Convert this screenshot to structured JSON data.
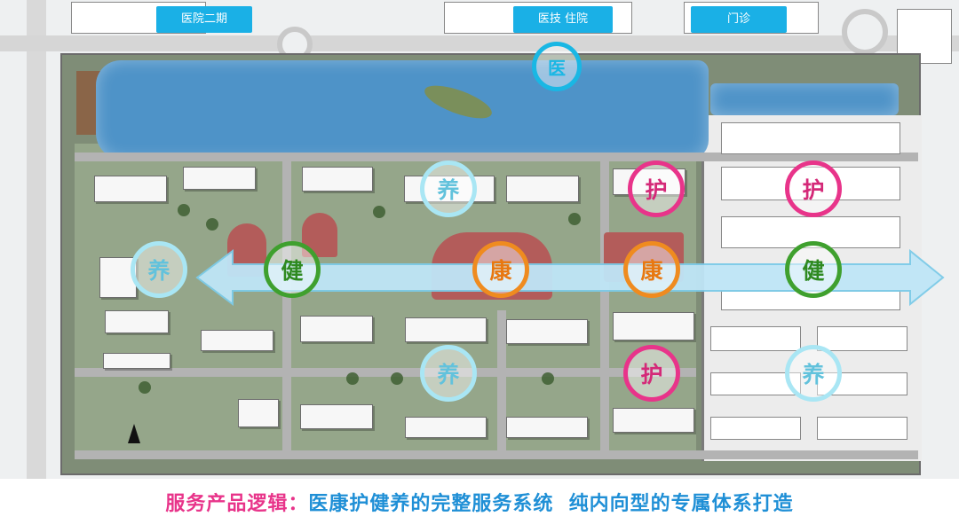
{
  "top_labels": {
    "hospital_phase2": "医院二期",
    "hospital_inpatient": "医技 住院",
    "outpatient": "门诊"
  },
  "zones": {
    "medical": "医",
    "health": "健",
    "recovery": "康",
    "care": "护",
    "nursing": "养"
  },
  "colors": {
    "health": "#3fa02e",
    "recovery": "#ef8b1f",
    "care": "#e8348a",
    "nursing": "#a9e6f4",
    "medical": "#19b7e4",
    "label_bg": "#1ab0e6",
    "caption_prefix": "#e8348a",
    "caption_body": "#1f8fd6"
  },
  "caption": {
    "prefix": "服务产品逻辑：",
    "body": "医康护健养的完整服务系统  纯内向型的专属体系打造"
  }
}
